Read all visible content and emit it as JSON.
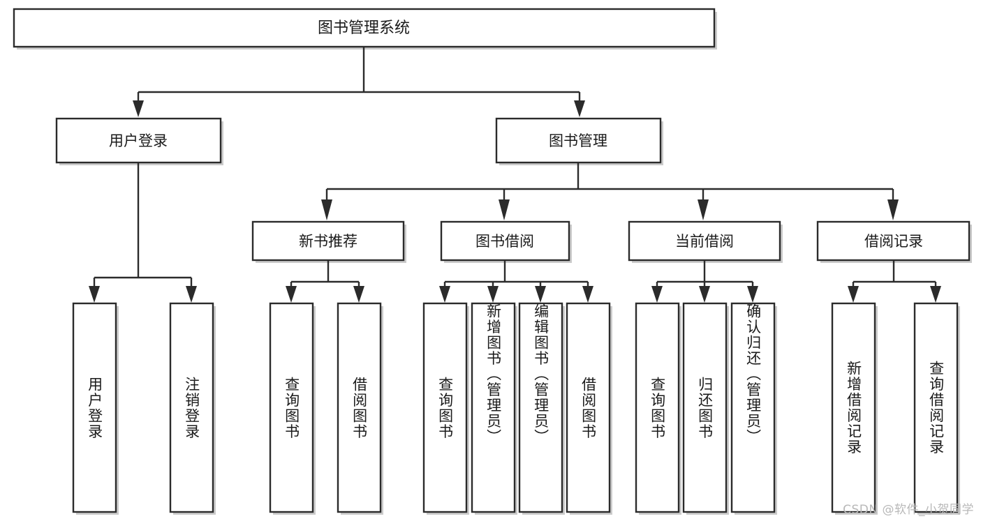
{
  "diagram": {
    "title": "图书管理系统",
    "watermark": "CSDN @软件_小贺同学",
    "colors": {
      "stroke": "#2b2b2b",
      "fill": "#ffffff",
      "text": "#1a1a1a",
      "shadow": "#b9b9b9",
      "watermark": "#b8b8b8"
    },
    "root": {
      "label": "图书管理系统"
    },
    "level2": [
      {
        "label": "用户登录"
      },
      {
        "label": "图书管理"
      }
    ],
    "level3": [
      {
        "label": "新书推荐"
      },
      {
        "label": "图书借阅"
      },
      {
        "label": "当前借阅"
      },
      {
        "label": "借阅记录"
      }
    ],
    "leaves": {
      "user_login": [
        {
          "label": "用户登录"
        },
        {
          "label": "注销登录"
        }
      ],
      "new_book": [
        {
          "label": "查询图书"
        },
        {
          "label": "借阅图书"
        }
      ],
      "book_borrow": [
        {
          "label": "查询图书"
        },
        {
          "label": "新增图书（管理员）"
        },
        {
          "label": "编辑图书（管理员）"
        },
        {
          "label": "借阅图书"
        }
      ],
      "current_borrow": [
        {
          "label": "查询图书"
        },
        {
          "label": "归还图书"
        },
        {
          "label": "确认归还（管理员）"
        }
      ],
      "borrow_record": [
        {
          "label": "新增借阅记录"
        },
        {
          "label": "查询借阅记录"
        }
      ]
    }
  }
}
